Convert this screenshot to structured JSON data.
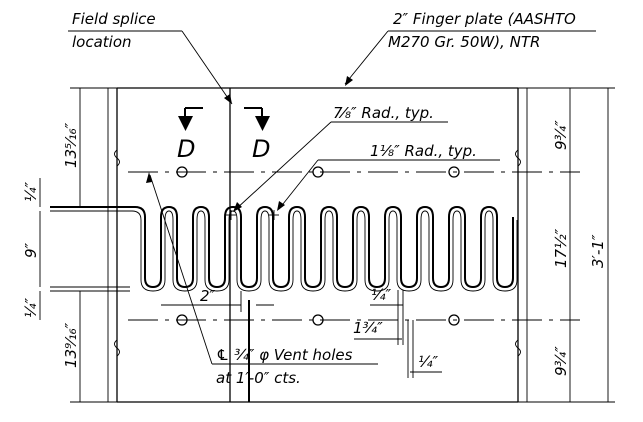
{
  "callouts": {
    "field_splice_line1": "Field splice",
    "field_splice_line2": "location",
    "finger_plate_line1": "2″ Finger plate (AASHTO",
    "finger_plate_line2": "M270 Gr. 50W), NTR",
    "rad_small": "7⁄₈″ Rad., typ.",
    "rad_large": "1⅛″ Rad., typ.",
    "vent_line1": "℄ ¾″ φ Vent holes",
    "vent_line2": "at 1′-0″ cts."
  },
  "section_markers": [
    "D",
    "D"
  ],
  "dimensions": {
    "left_top": "13⁵⁄₁₆″",
    "left_quarter_top": "¼″",
    "left_middle": "9″",
    "left_quarter_bottom": "¼″",
    "left_bottom": "13⁹⁄₁₆″",
    "right_top": "9¾″",
    "right_middle": "17½″",
    "right_bottom": "9¾″",
    "overall_height": "3′-1″",
    "gap_2": "2″",
    "quarter_a": "¼″",
    "one_three_quarter": "1¾″",
    "quarter_b": "¼″"
  }
}
